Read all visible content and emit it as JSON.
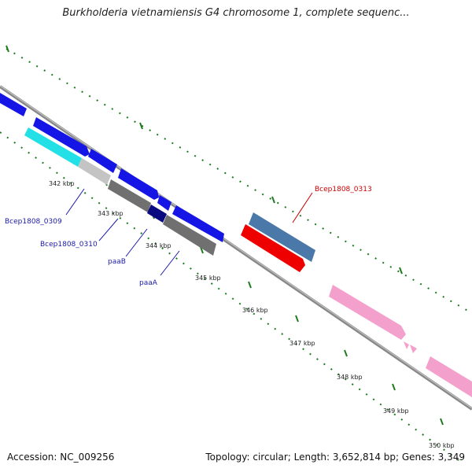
{
  "title": "Burkholderia vietnamiensis G4 chromosome 1, complete sequenc...",
  "accession": "Accession: NC_009256",
  "summary": "Topology: circular; Length: 3,652,814 bp; Genes: 3,349",
  "ticks": [
    "342 kbp",
    "343 kbp",
    "344 kbp",
    "345 kbp",
    "346 kbp",
    "347 kbp",
    "348 kbp",
    "349 kbp",
    "350 kbp"
  ],
  "gene_labels": [
    {
      "text": "Bcep1808_0309",
      "color": "#1a1aa8"
    },
    {
      "text": "Bcep1808_0310",
      "color": "#1a1aa8"
    },
    {
      "text": "paaB",
      "color": "#1a1aa8"
    },
    {
      "text": "paaA",
      "color": "#1a1aa8"
    },
    {
      "text": "Bcep1808_0313",
      "color": "#cc0000"
    }
  ],
  "colors": {
    "backbone": "#888888",
    "tick_dots": "#1e7a1e",
    "cds_blue": "#1515e6",
    "cds_navy": "#0a0a80",
    "cds_cyan": "#22e0e6",
    "cds_light_gray": "#c0c0c0",
    "cds_gray": "#707070",
    "cds_steel": "#4a78a8",
    "cds_red": "#ee0000",
    "cds_pink": "#f4a0cc"
  }
}
